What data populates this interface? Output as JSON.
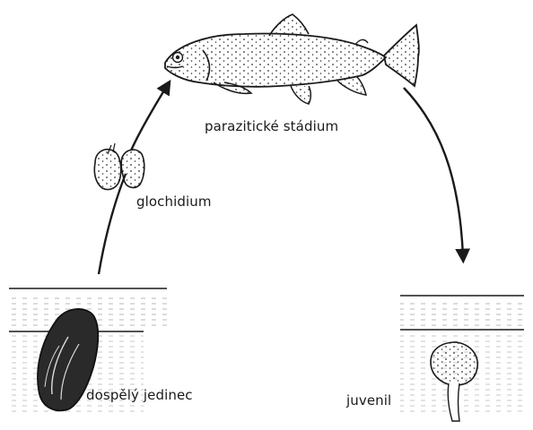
{
  "labels": {
    "parasitic_stage": "parazitické stádium",
    "glochidium": "glochidium",
    "adult": "dospělý jedinec",
    "juvenile": "juvenil"
  },
  "colors": {
    "ink": "#1a1a1a",
    "background": "#ffffff"
  }
}
